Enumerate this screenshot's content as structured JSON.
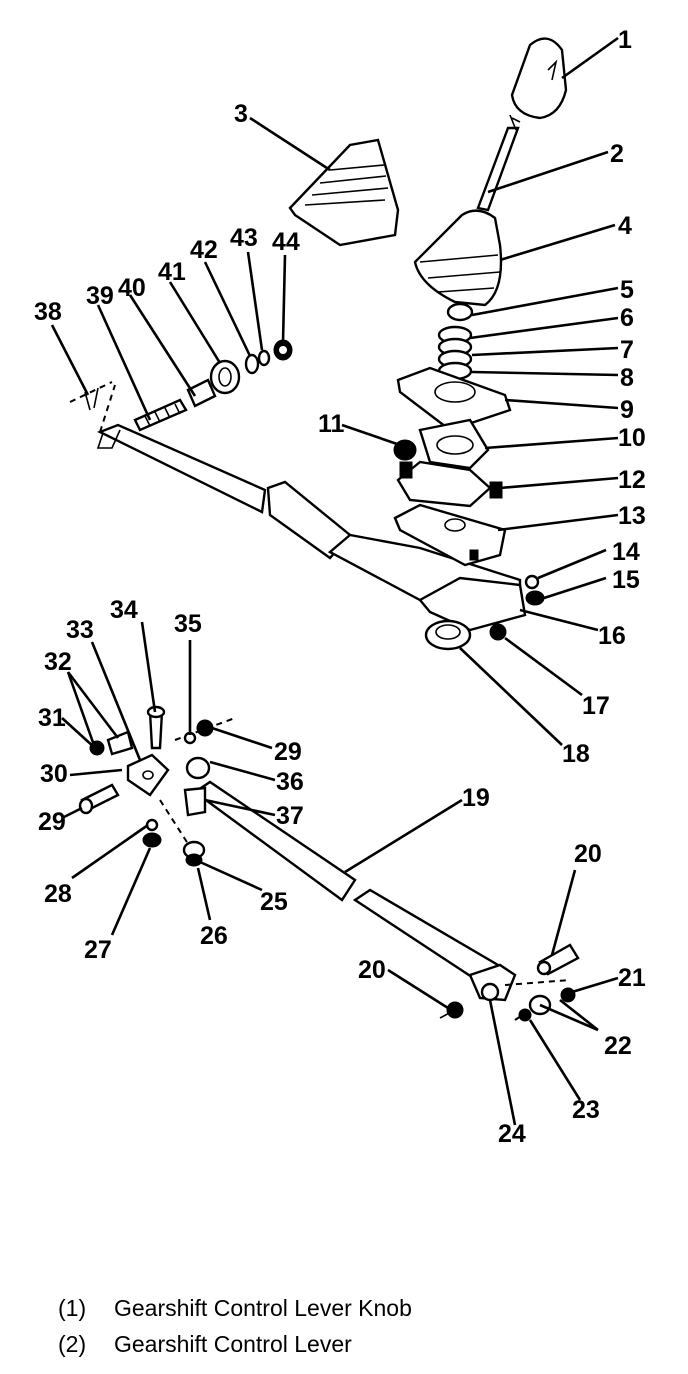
{
  "callouts": [
    "1",
    "2",
    "3",
    "4",
    "5",
    "6",
    "7",
    "8",
    "9",
    "10",
    "11",
    "12",
    "13",
    "14",
    "15",
    "16",
    "17",
    "18",
    "19",
    "20",
    "20",
    "21",
    "22",
    "23",
    "24",
    "25",
    "26",
    "27",
    "28",
    "29",
    "29",
    "30",
    "31",
    "32",
    "33",
    "34",
    "35",
    "36",
    "37",
    "38",
    "39",
    "40",
    "41",
    "42",
    "43",
    "44"
  ],
  "legend": [
    {
      "num": "(1)",
      "label": "Gearshift Control Lever Knob"
    },
    {
      "num": "(2)",
      "label": "Gearshift Control Lever"
    }
  ]
}
